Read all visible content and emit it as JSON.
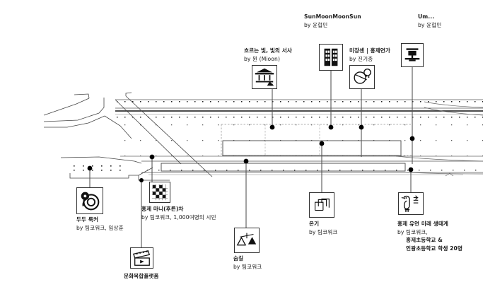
{
  "diagram": {
    "title_text": "Hongje Stream public art installation map",
    "line_color": "#444444",
    "dot_color": "#000000",
    "tile_border": "#333333"
  },
  "markers": [
    {
      "id": "dudu-rocker",
      "title": "두두 룩커",
      "by": "by 팀코워크, 임상훈",
      "icon": "spiral-snail-icon"
    },
    {
      "id": "hongje-mani-cha",
      "title": "홍제 마니(후른)차",
      "by": "by 팀코워크, 1,000여명의 시민",
      "icon": "pixel-grid-icon"
    },
    {
      "id": "culture-platform",
      "title": "문화복합플랫폼",
      "by": "",
      "icon": "clapperboard-play-icon"
    },
    {
      "id": "sumgil",
      "title": "숨길",
      "by": "by 팀코워크",
      "icon": "mountain-scale-icon"
    },
    {
      "id": "ongi",
      "title": "온기",
      "by": "by 팀코워크",
      "icon": "nested-squares-icon"
    },
    {
      "id": "flowing-light",
      "title": "흐르는 빛, 빛의 서사",
      "by": "by 뮌 (Mioon)",
      "icon": "pavilion-icon"
    },
    {
      "id": "sunmoonmoonsun",
      "title": "SunMoonMoonSun",
      "by": "by 윤협민",
      "icon": "building-blocks-icon"
    },
    {
      "id": "mise-en-scene",
      "title": "미장센 | 홍제연가",
      "by": "by 진기종",
      "icon": "planet-circles-icon"
    },
    {
      "id": "um",
      "title": "Um...",
      "by": "by 윤협민",
      "icon": "hanja-stamp-icon"
    },
    {
      "id": "hongje-future-ecology",
      "title": "홍제 유연 미래 생태계",
      "by": "by 팀코워크,",
      "by_line2": "홍제초등학교 &",
      "by_line3": "인왕초등학교 학생 20명",
      "icon": "bird-drawing-icon"
    }
  ]
}
